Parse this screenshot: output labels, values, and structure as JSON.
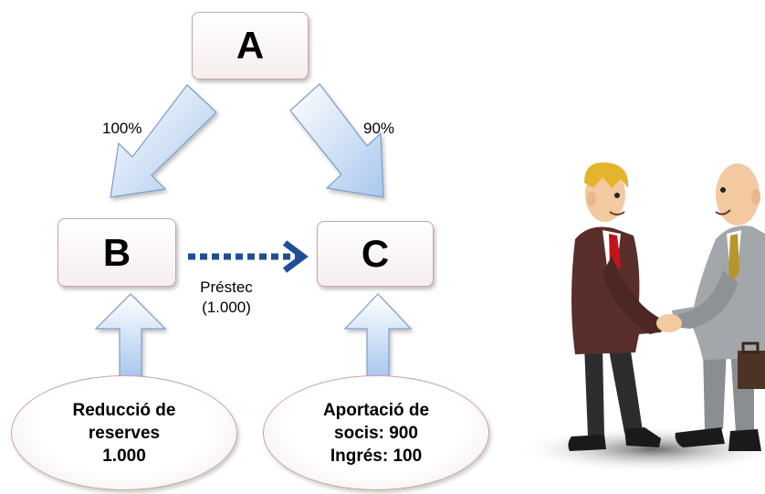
{
  "diagram": {
    "node_a": "A",
    "node_b": "B",
    "node_c": "C",
    "pct_a_to_b": "100%",
    "pct_a_to_c": "90%",
    "loan_label": "Préstec",
    "loan_amount": "(1.000)",
    "ellipse_b": {
      "line1": "Reducció de",
      "line2": "reserves",
      "line3": "1.000"
    },
    "ellipse_c": {
      "line1": "Aportació de",
      "line2": "socis:  900",
      "line3": "Ingrés: 100"
    }
  },
  "illustration": {
    "icon": "businessmen-handshake-icon"
  },
  "colors": {
    "arrow_fill": "#c5dcf5",
    "arrow_stroke": "#6f8fbf",
    "loan_arrow": "#1f4e94",
    "box_border": "#c9a3a6"
  }
}
